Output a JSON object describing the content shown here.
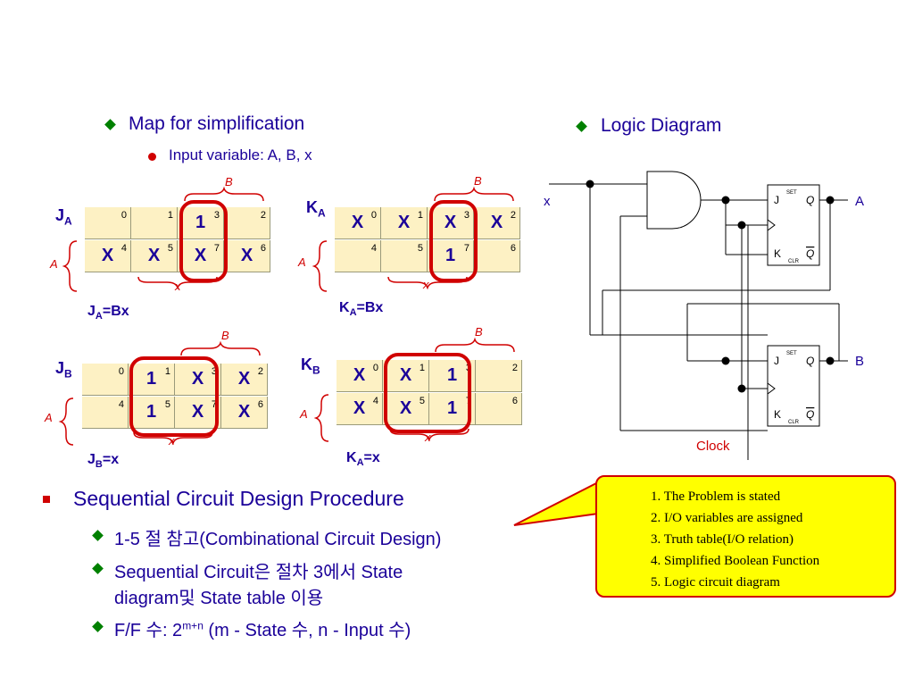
{
  "left": {
    "heading": "Map for simplification",
    "sub": "Input variable: A, B, x"
  },
  "right": {
    "heading": "Logic Diagram"
  },
  "maps": {
    "ja": {
      "name": "J",
      "sub": "A",
      "eq_pre": "J",
      "eq_sub": "A",
      "eq_post": "=Bx",
      "idx": [
        "0",
        "1",
        "3",
        "2",
        "4",
        "5",
        "7",
        "6"
      ],
      "vals": [
        "",
        "",
        "1",
        "",
        "X",
        "X",
        "X",
        "X"
      ],
      "b": "B",
      "a": "A",
      "x": "x"
    },
    "ka": {
      "name": "K",
      "sub": "A",
      "eq_pre": "K",
      "eq_sub": "A",
      "eq_post": "=Bx",
      "idx": [
        "0",
        "1",
        "3",
        "2",
        "4",
        "5",
        "7",
        "6"
      ],
      "vals": [
        "X",
        "X",
        "X",
        "X",
        "",
        "",
        "1",
        ""
      ],
      "b": "B",
      "a": "A",
      "x": "x"
    },
    "jb": {
      "name": "J",
      "sub": "B",
      "eq_pre": "J",
      "eq_sub": "B",
      "eq_post": "=x",
      "idx": [
        "0",
        "1",
        "3",
        "2",
        "4",
        "5",
        "7",
        "6"
      ],
      "vals": [
        "",
        "1",
        "X",
        "X",
        "",
        "1",
        "X",
        "X"
      ],
      "b": "B",
      "a": "A",
      "x": "x"
    },
    "kb": {
      "name": "K",
      "sub": "B",
      "eq_pre": "K",
      "eq_sub": "A",
      "eq_post": "=x",
      "idx": [
        "0",
        "1",
        "3",
        "2",
        "4",
        "5",
        "7",
        "6"
      ],
      "vals": [
        "X",
        "X",
        "1",
        "",
        "X",
        "X",
        "1",
        ""
      ],
      "b": "B",
      "a": "A",
      "x": "x"
    }
  },
  "circuit": {
    "input_x": "x",
    "out_a": "A",
    "out_b": "B",
    "clock": "Clock",
    "ff": {
      "j": "J",
      "k": "K",
      "q": "Q",
      "qbar": "Q",
      "set": "SET",
      "clr": "CLR"
    }
  },
  "procedure": {
    "title": "Sequential Circuit Design Procedure",
    "items": [
      "1-5 절 참고(Combinational Circuit Design)",
      "Sequential Circuit은 절차 3에서 State",
      "diagram및 State table 이용"
    ],
    "ff_pre": "F/F 수: 2",
    "ff_sup": "m+n",
    "ff_post": " (m - State 수, n - Input 수)"
  },
  "callout": [
    "1. The Problem is stated",
    "2.  I/O variables are assigned",
    "3.  Truth table(I/O relation)",
    "4.  Simplified Boolean Function",
    "5.  Logic circuit diagram"
  ],
  "colors": {
    "text": "#1a0099",
    "bullet": "#008000",
    "red": "#d00000",
    "cell": "#fdf1c4",
    "note": "#ffff00"
  }
}
